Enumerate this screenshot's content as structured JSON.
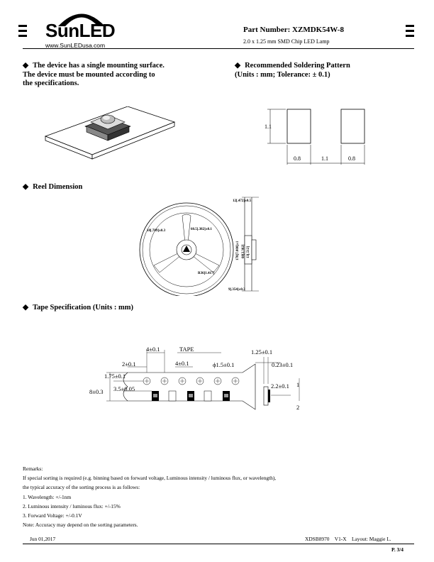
{
  "header": {
    "logo_text": "SunLED",
    "logo_url": "www.SunLEDusa.com",
    "part_number": "Part Number: XZMDK54W-8",
    "subtitle": "2.0 x 1.25 mm SMD Chip LED Lamp"
  },
  "mounting": {
    "lines": [
      "The device has a single mounting surface.",
      "The device must be mounted according to",
      "the specifications."
    ]
  },
  "solder": {
    "title_line1": "Recommended Soldering Pattern",
    "title_line2": "(Units : mm; Tolerance: ± 0.1)",
    "dims": {
      "height": "1.1",
      "pad_left": "0.8",
      "gap": "1.1",
      "pad_right": "0.8"
    }
  },
  "reel": {
    "title": "Reel Dimension",
    "labels": {
      "hub": "18[.709]±0.3",
      "core": "60.5[.382]±0.1",
      "bottom": "R36[1.417]",
      "top_width": "12[.472]±0.5",
      "diameter": "178[7.008]±1",
      "inner1": "60[2.362]",
      "inner2": "13[.512]",
      "bottom_width": "9[.354]±0.3"
    }
  },
  "tape": {
    "title": "Tape Specification (Units : mm)",
    "labels": {
      "pitch4a": "4±0.1",
      "tape": "TAPE",
      "pitch2": "2±0.1",
      "pitch4b": "4±0.1",
      "hole": "ϕ1.5±0.1",
      "edge": "1.75±0.1",
      "width": "8±0.3",
      "center": "3.5±0.05",
      "depth": "1.25±0.1",
      "thickness": "0.23±0.1",
      "pocket": "2.2±0.1",
      "t1": "1",
      "t2": "2"
    }
  },
  "remarks": {
    "title": "Remarks:",
    "lines": [
      "If special sorting is required (e.g. binning based on forward voltage, Luminous intensity / luminous flux, or wavelength),",
      "the typical accuracy of the sorting process is as follows:",
      "1. Wavelength: +/-1nm",
      "2. Luminous intensity / luminous flux: +/-15%",
      "3. Forward Voltage: +/-0.1V",
      "Note: Accuracy may depend on the sorting parameters."
    ]
  },
  "footer": {
    "date": "Jun 01,2017",
    "doc": "XDSB8970    V1-X    Layout: Maggie L.",
    "page": "P. 3/4"
  }
}
